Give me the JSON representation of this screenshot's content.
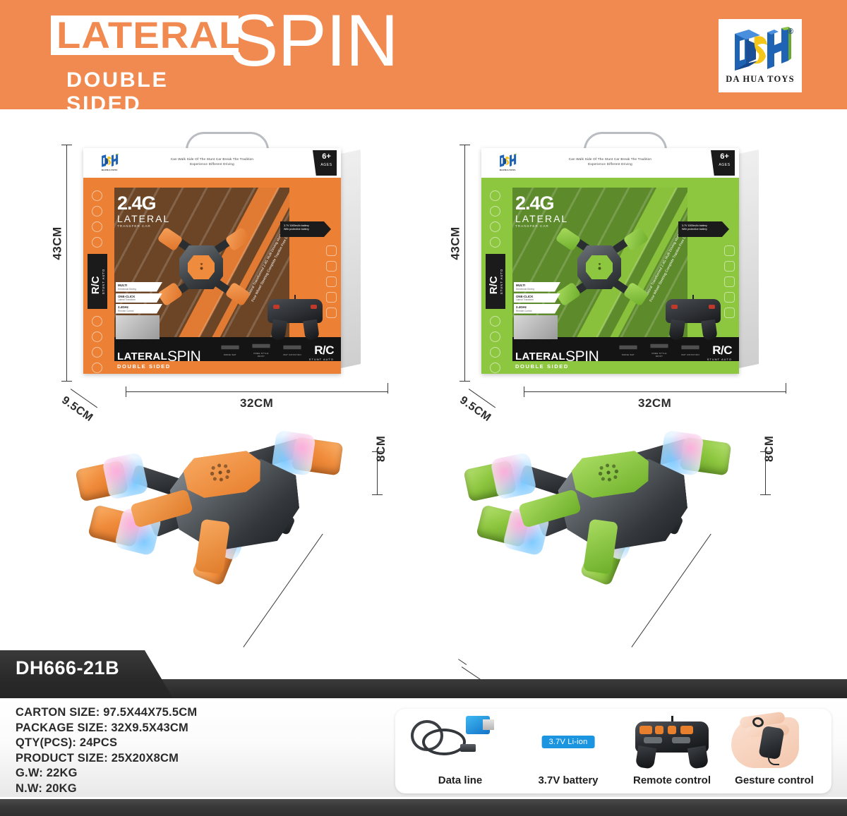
{
  "header": {
    "lateral": "LATERAL",
    "double_sided": "DOUBLE SIDED",
    "spin": "SPIN",
    "bg_color": "#f18a51",
    "logo": {
      "mark": "DH",
      "brand": "DA HUA TOYS",
      "registered": "®"
    }
  },
  "packages": [
    {
      "variant": "orange",
      "color": "#ec8034",
      "tagline_line1": "Can Walk Side Of The Stunt Car Break The Tradition",
      "tagline_line2": "Experience Different Driving",
      "age_number": "6+",
      "age_label": "AGES",
      "freq": "2.4G",
      "freq_sub": "LATERAL",
      "freq_sub2": "TRANSFER CAR",
      "rc_badge": "R/C",
      "rc_badge_sub": "STUNT AUTO",
      "features": [
        {
          "title": "MULTI",
          "sub": "Directional Driving"
        },
        {
          "title": "ONE-CLICK",
          "sub": "Lateral Transform"
        },
        {
          "title": "2.4GHz",
          "sub": "Remote Control"
        }
      ],
      "vertical_ad_line1": "Lateral Transformed 2.4G Multi Driving stunt car",
      "vertical_ad_line2": "Four Wheel Steering Complete Traction Free Driving",
      "battery_callout_line1": "3.7V 1000mAh battery",
      "battery_callout_line2": "With protective battery",
      "bottom_icons": [
        {
          "label": "MODE SET"
        },
        {
          "label": "FREE STYLE DRIFT"
        },
        {
          "label": "360° ROTATION"
        }
      ],
      "bottom_lateral": "LATERAL",
      "bottom_double": "DOUBLE SIDED",
      "bottom_spin": "SPIN",
      "corner_rc": "R/C",
      "corner_rc_sub": "STUNT AUTO",
      "dims": {
        "height": "43CM",
        "depth": "9.5CM",
        "width": "32CM"
      }
    },
    {
      "variant": "green",
      "color": "#8dc63f",
      "tagline_line1": "Can Walk Side Of The Stunt Car Break The Tradition",
      "tagline_line2": "Experience Different Driving",
      "age_number": "6+",
      "age_label": "AGES",
      "freq": "2.4G",
      "freq_sub": "LATERAL",
      "freq_sub2": "TRANSFER CAR",
      "rc_badge": "R/C",
      "rc_badge_sub": "STUNT AUTO",
      "features": [
        {
          "title": "MULTI",
          "sub": "Directional Driving"
        },
        {
          "title": "ONE-CLICK",
          "sub": "Lateral Transform"
        },
        {
          "title": "2.4GHz",
          "sub": "Remote Control"
        }
      ],
      "vertical_ad_line1": "Lateral Transformed 2.4G Multi Driving stunt car",
      "vertical_ad_line2": "Four Wheel Steering Complete Traction Free Driving",
      "battery_callout_line1": "3.7V 1000mAh battery",
      "battery_callout_line2": "With protective battery",
      "bottom_icons": [
        {
          "label": "MODE SET"
        },
        {
          "label": "FREE STYLE DRIFT"
        },
        {
          "label": "360° ROTATION"
        }
      ],
      "bottom_lateral": "LATERAL",
      "bottom_double": "DOUBLE SIDED",
      "bottom_spin": "SPIN",
      "corner_rc": "R/C",
      "corner_rc_sub": "STUNT AUTO",
      "dims": {
        "height": "43CM",
        "depth": "9.5CM",
        "width": "32CM"
      }
    }
  ],
  "products": [
    {
      "variant": "orange",
      "color": "#ef8b3b",
      "dims": {
        "width": "20CM",
        "length": "25CM",
        "height": "8CM"
      }
    },
    {
      "variant": "green",
      "color": "#8dc63f",
      "dims": {
        "width": "20CM",
        "length": "25CM",
        "height": "8CM"
      }
    }
  ],
  "model": {
    "number": "DH666-21B"
  },
  "specs": [
    "CARTON SIZE: 97.5X44X75.5CM",
    "PACKAGE SIZE: 32X9.5X43CM",
    "QTY(PCS): 24PCS",
    "PRODUCT SIZE: 25X20X8CM",
    "G.W:  22KG",
    "N.W:  20KG"
  ],
  "accessories": [
    {
      "label": "Data line",
      "icon": "usb-cable-icon"
    },
    {
      "label": "3.7V battery",
      "icon": "battery-icon",
      "chip": "3.7V Li-ion",
      "chip_color": "#1b95e0"
    },
    {
      "label": "Remote control",
      "icon": "remote-control-icon"
    },
    {
      "label": "Gesture control",
      "icon": "gesture-watch-icon"
    }
  ]
}
